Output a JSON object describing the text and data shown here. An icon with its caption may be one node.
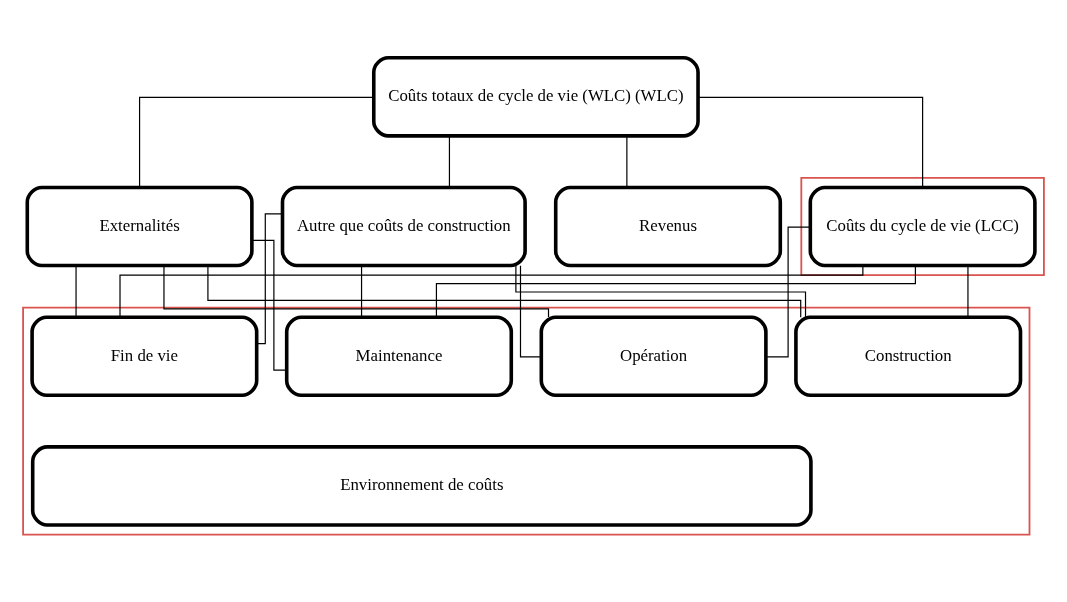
{
  "diagram": {
    "nodes": [
      {
        "text": [
          "Coûts totaux de cycle de vie (WLC) (WLC)"
        ]
      },
      {
        "text": [
          "Externalités"
        ]
      },
      {
        "text": [
          "Autre que coûts de construction"
        ]
      },
      {
        "text": [],
        "shape": "box"
      },
      {
        "text": [
          "Coûts du cycle de vie (LCC)"
        ],
        "in": 3
      },
      {
        "text": [
          "Revenus"
        ]
      },
      {
        "text": [],
        "shape": "box"
      },
      {
        "text": [
          "Construction"
        ],
        "in": 6
      },
      {
        "text": [
          "Opération"
        ],
        "in": 6
      },
      {
        "text": [
          "Maintenance"
        ],
        "in": 6
      },
      {
        "text": [
          "Fin de vie"
        ],
        "in": 6
      },
      {
        "text": [
          "Environnement de coûts"
        ],
        "in": 6
      }
    ],
    "edges": [
      {
        "from": 0,
        "to": 1,
        "arrow": "none"
      },
      {
        "from": 0,
        "to": 2,
        "arrow": "none"
      },
      {
        "from": 0,
        "to": 4,
        "arrow": "none"
      },
      {
        "from": 0,
        "to": 5,
        "arrow": "none"
      },
      {
        "from": 1,
        "to": 7,
        "arrow": "none"
      },
      {
        "from": 1,
        "to": 8,
        "arrow": "none"
      },
      {
        "from": 1,
        "to": 9,
        "arrow": "none"
      },
      {
        "from": 1,
        "to": 10,
        "arrow": "none"
      },
      {
        "from": 2,
        "to": 7,
        "arrow": "none"
      },
      {
        "from": 2,
        "to": 8,
        "arrow": "none"
      },
      {
        "from": 2,
        "to": 9,
        "arrow": "none"
      },
      {
        "from": 2,
        "to": 10,
        "arrow": "none"
      },
      {
        "from": 4,
        "to": 7,
        "arrow": "none"
      },
      {
        "from": 4,
        "to": 8,
        "arrow": "none"
      },
      {
        "from": 4,
        "to": 9,
        "arrow": "none"
      },
      {
        "from": 4,
        "to": 10,
        "arrow": "none"
      }
    ]
  }
}
